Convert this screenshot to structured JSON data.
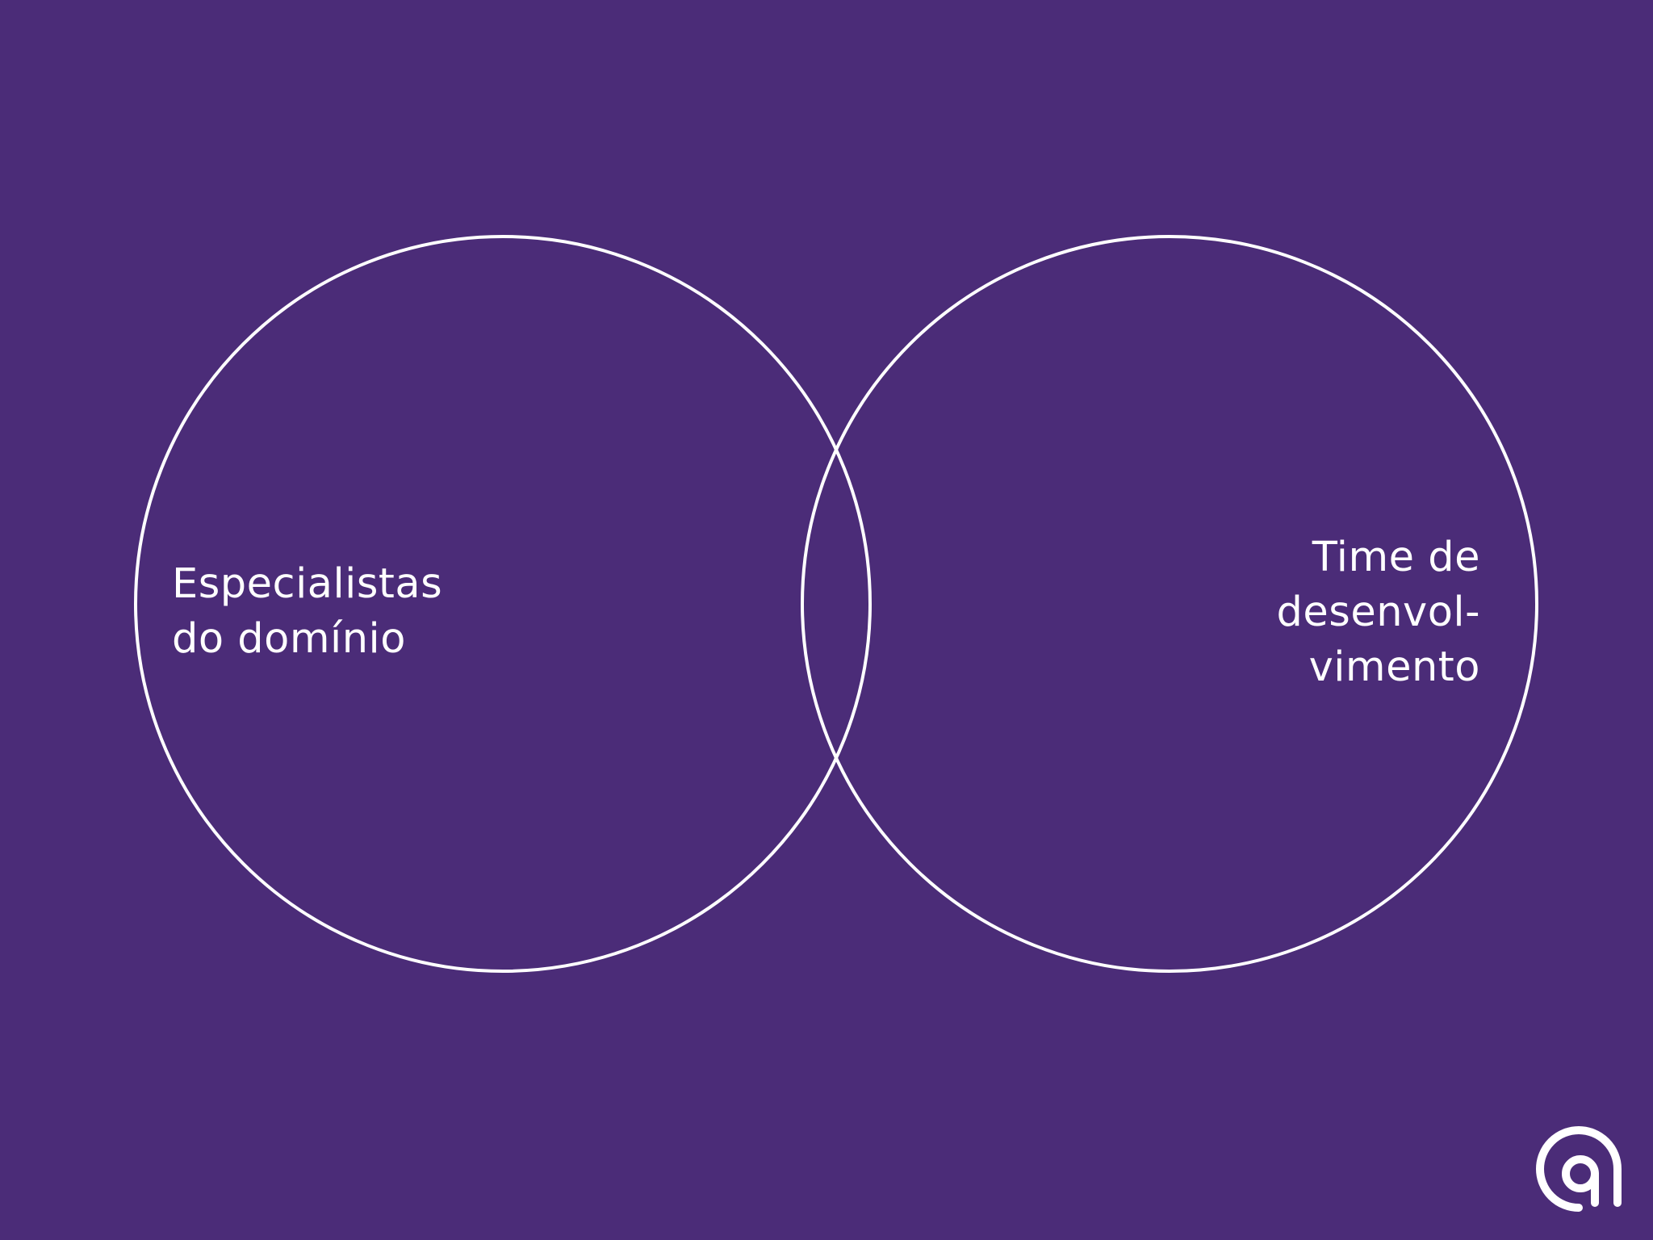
{
  "background_color": "#4b2c78",
  "line_color": "#ffffff",
  "diagram": {
    "type": "venn",
    "sets": [
      {
        "id": "left",
        "label_lines": [
          "Especialistas",
          "do domínio"
        ]
      },
      {
        "id": "right",
        "label_lines": [
          "Time de",
          "desenvol-",
          "vimento"
        ]
      }
    ]
  },
  "logo": {
    "icon": "brand-logo-icon",
    "color": "#ffffff"
  }
}
